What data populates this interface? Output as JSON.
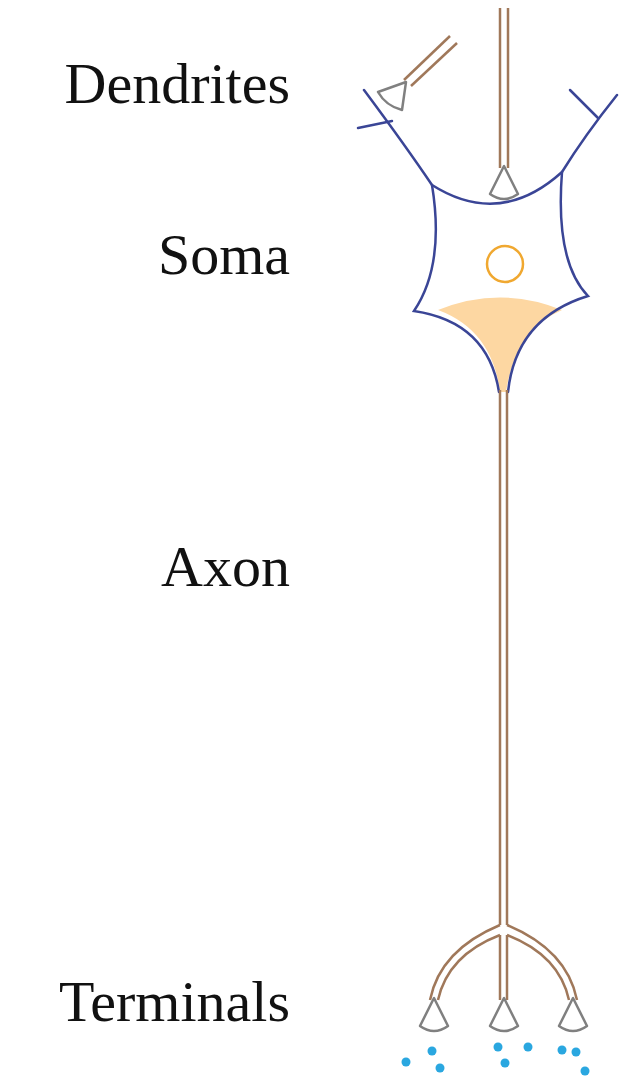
{
  "diagram": {
    "labels": [
      "Dendrites",
      "Soma",
      "Axon",
      "Terminals"
    ]
  }
}
